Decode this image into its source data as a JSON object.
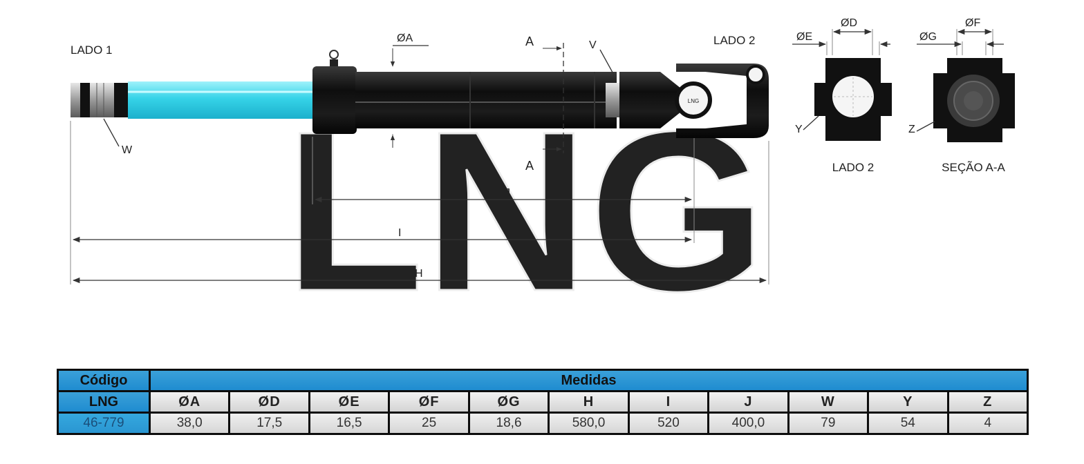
{
  "diagram": {
    "side1_label": "LADO 1",
    "side2_top_label": "LADO 2",
    "side2_caption": "LADO 2",
    "section_caption": "SEÇÃO A-A",
    "section_marker_top": "A",
    "section_marker_bottom": "A",
    "dim_phi_a": "ØA",
    "dim_phi_d": "ØD",
    "dim_phi_e": "ØE",
    "dim_phi_f": "ØF",
    "dim_phi_g": "ØG",
    "dim_h": "H",
    "dim_i": "I",
    "dim_j": "J",
    "callout_w": "W",
    "callout_v": "V",
    "callout_y": "Y",
    "callout_z": "Z",
    "watermark": "LNG",
    "colors": {
      "shaft_cyan": "#36d3e8",
      "body_black": "#111111",
      "table_blue": "#2a96d2"
    }
  },
  "table": {
    "code_header": "Código",
    "measures_header": "Medidas",
    "brand_label": "LNG",
    "columns": [
      "ØA",
      "ØD",
      "ØE",
      "ØF",
      "ØG",
      "H",
      "I",
      "J",
      "W",
      "Y",
      "Z"
    ],
    "row": {
      "code": "46-779",
      "values": [
        "38,0",
        "17,5",
        "16,5",
        "25",
        "18,6",
        "580,0",
        "520",
        "400,0",
        "79",
        "54",
        "4"
      ]
    }
  }
}
